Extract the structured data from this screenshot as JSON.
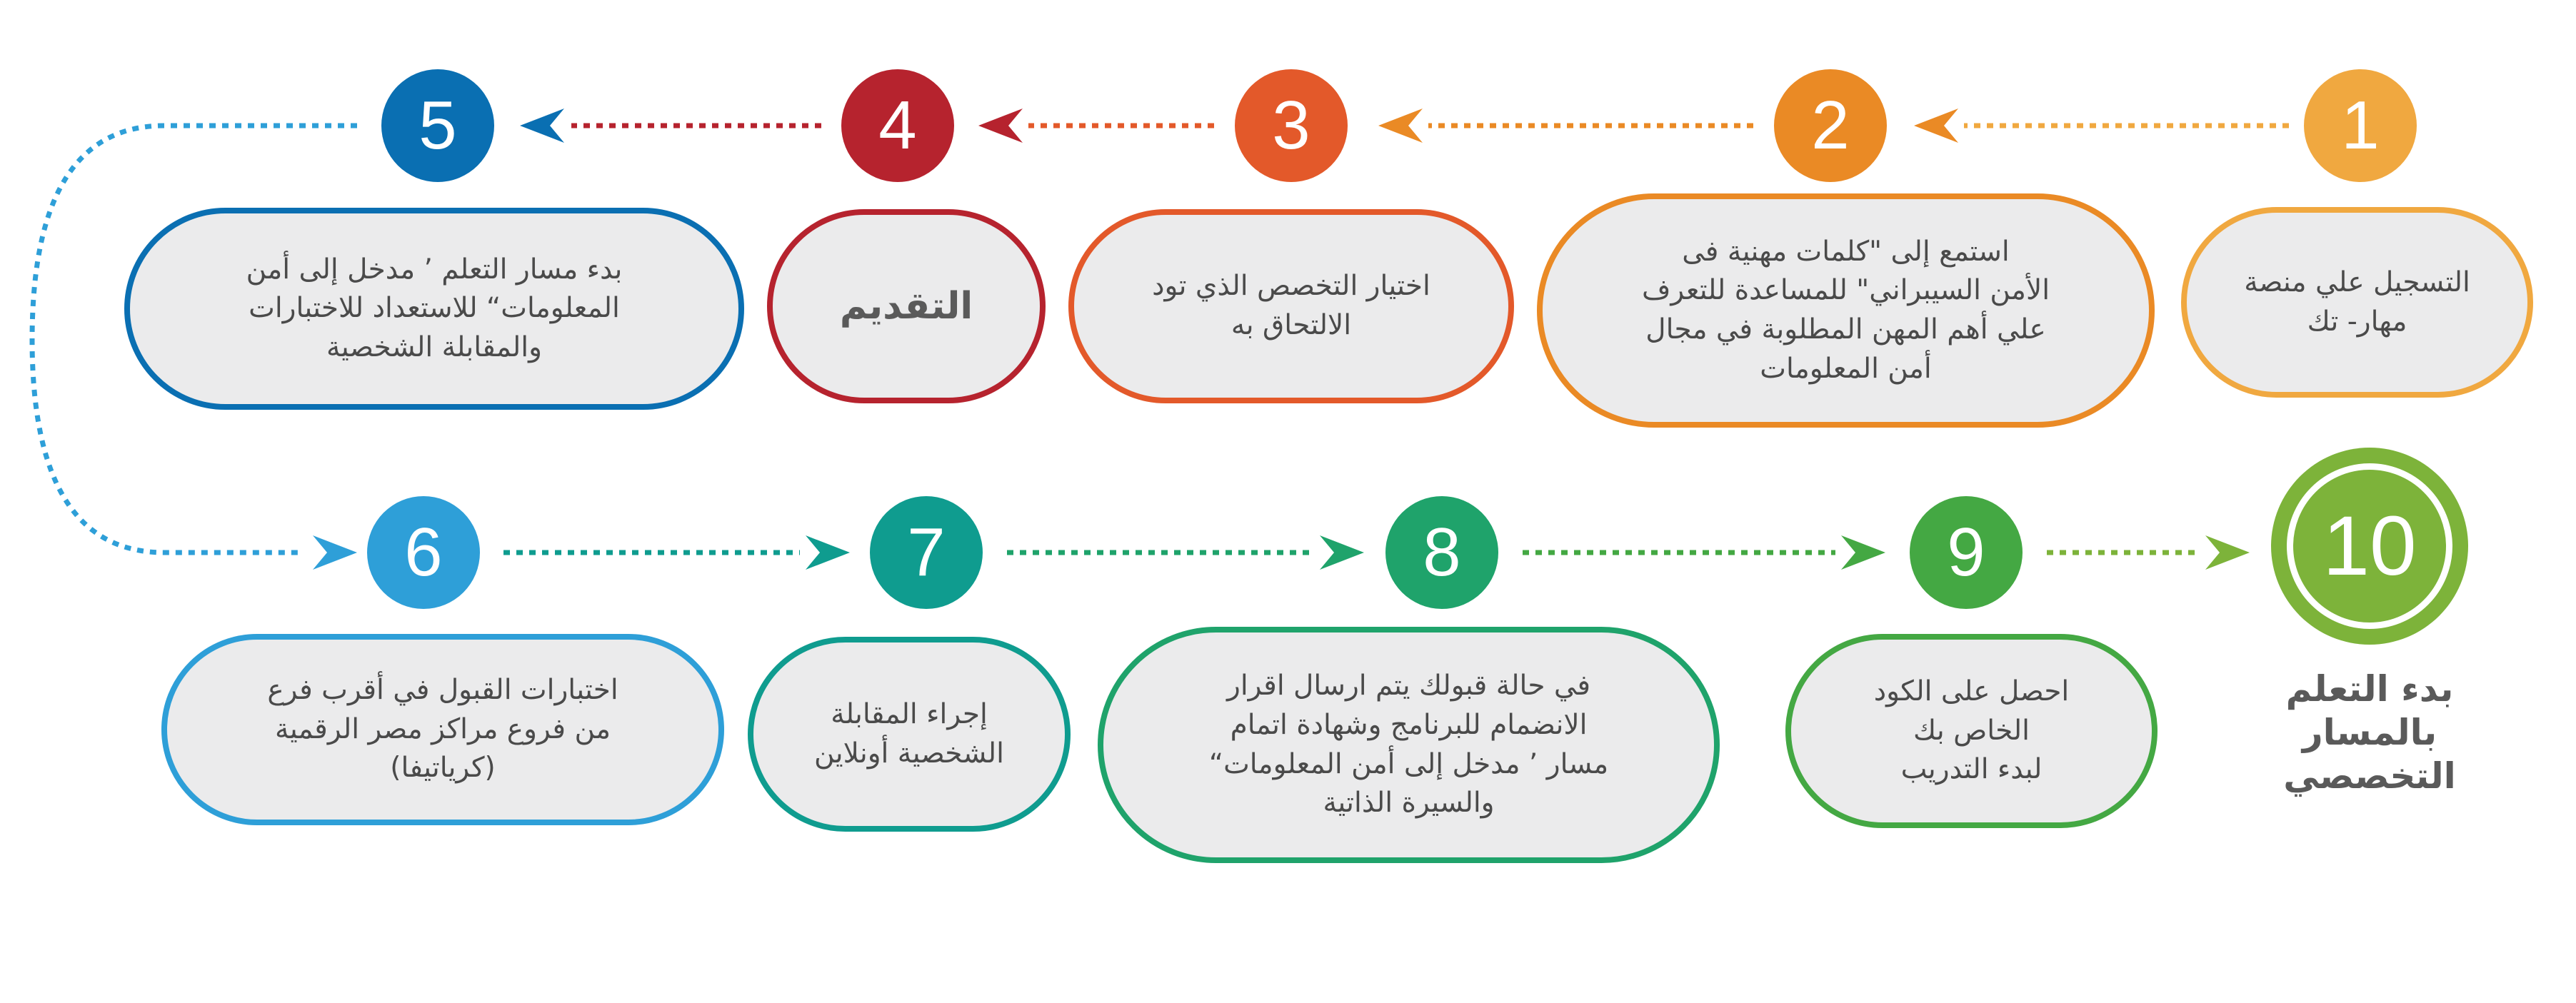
{
  "colors": {
    "step1": "#f0a840",
    "step2": "#ea8a25",
    "step3": "#e3592a",
    "step4": "#b6232e",
    "step5": "#0a6fb2",
    "step6": "#2e9fd8",
    "step7": "#0f9c8f",
    "step8": "#1fa36b",
    "step9": "#44a843",
    "step10": "#7db33a",
    "box_fill": "#ebebec",
    "text": "#4a4a4a"
  },
  "steps": [
    {
      "number": "1",
      "text": "التسجيل علي منصة\nمهار- تك"
    },
    {
      "number": "2",
      "text": "استمع إلى  \"كلمات مهنية فى\nالأمن السيبراني\"  للمساعدة للتعرف\nعلي أهم المهن المطلوبة في مجال\nأمن المعلومات"
    },
    {
      "number": "3",
      "text": "اختيار التخصص الذي تود\nالالتحاق به"
    },
    {
      "number": "4",
      "text": "التقديم"
    },
    {
      "number": "5",
      "text": "بدء  مسار التعلم  ’  مدخل إلى أمن\nالمعلومات“  للاستعداد للاختبارات\nوالمقابلة الشخصية"
    },
    {
      "number": "6",
      "text": "اختبارات القبول في أقرب فرع\nمن فروع مراكز مصر الرقمية\n(كرياتيفا)"
    },
    {
      "number": "7",
      "text": "إجراء المقابلة\nالشخصية أونلاين"
    },
    {
      "number": "8",
      "text": "في حالة قبولك يتم ارسال اقرار\nالانضمام للبرنامج وشهادة اتمام\nمسار ’ مدخل إلى أمن المعلومات“\nوالسيرة الذاتية"
    },
    {
      "number": "9",
      "text": "احصل على الكود\nالخاص بك\nلبدء التدريب"
    }
  ],
  "final": {
    "number": "10",
    "caption": "بدء التعلم\nبالمسار\nالتخصصي"
  }
}
